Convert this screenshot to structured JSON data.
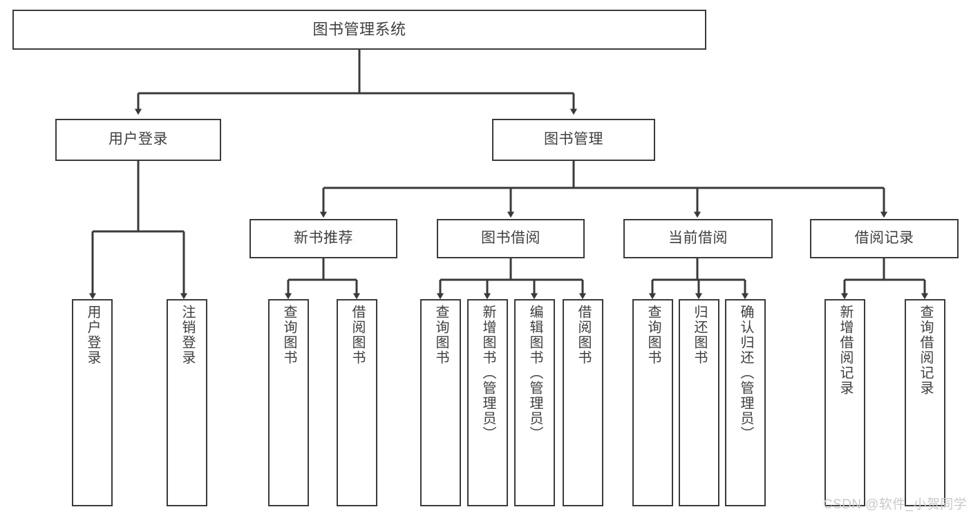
{
  "diagram": {
    "title": "图书管理系统",
    "type": "hierarchy-tree",
    "orientation": "top-down",
    "line_color": "#3a3a3a",
    "text_color": "#3f3f3f",
    "background": "#ffffff"
  },
  "root": {
    "label": "图书管理系统"
  },
  "level2": {
    "user_login": "用户登录",
    "book_manage": "图书管理"
  },
  "level3": {
    "new_book_recommend": "新书推荐",
    "book_borrow": "图书借阅",
    "current_borrow": "当前借阅",
    "borrow_record": "借阅记录"
  },
  "leaves": {
    "user_login_1": "用户登录",
    "user_login_2": "注销登录",
    "recommend_1": "查询图书",
    "recommend_2": "借阅图书",
    "borrow_1": "查询图书",
    "borrow_2": "新增图书（管理员）",
    "borrow_3": "编辑图书（管理员）",
    "borrow_4": "借阅图书",
    "current_1": "查询图书",
    "current_2": "归还图书",
    "current_3": "确认归还（管理员）",
    "record_1": "新增借阅记录",
    "record_2": "查询借阅记录"
  },
  "watermark": {
    "text": "CSDN @软件_小贺同学"
  }
}
